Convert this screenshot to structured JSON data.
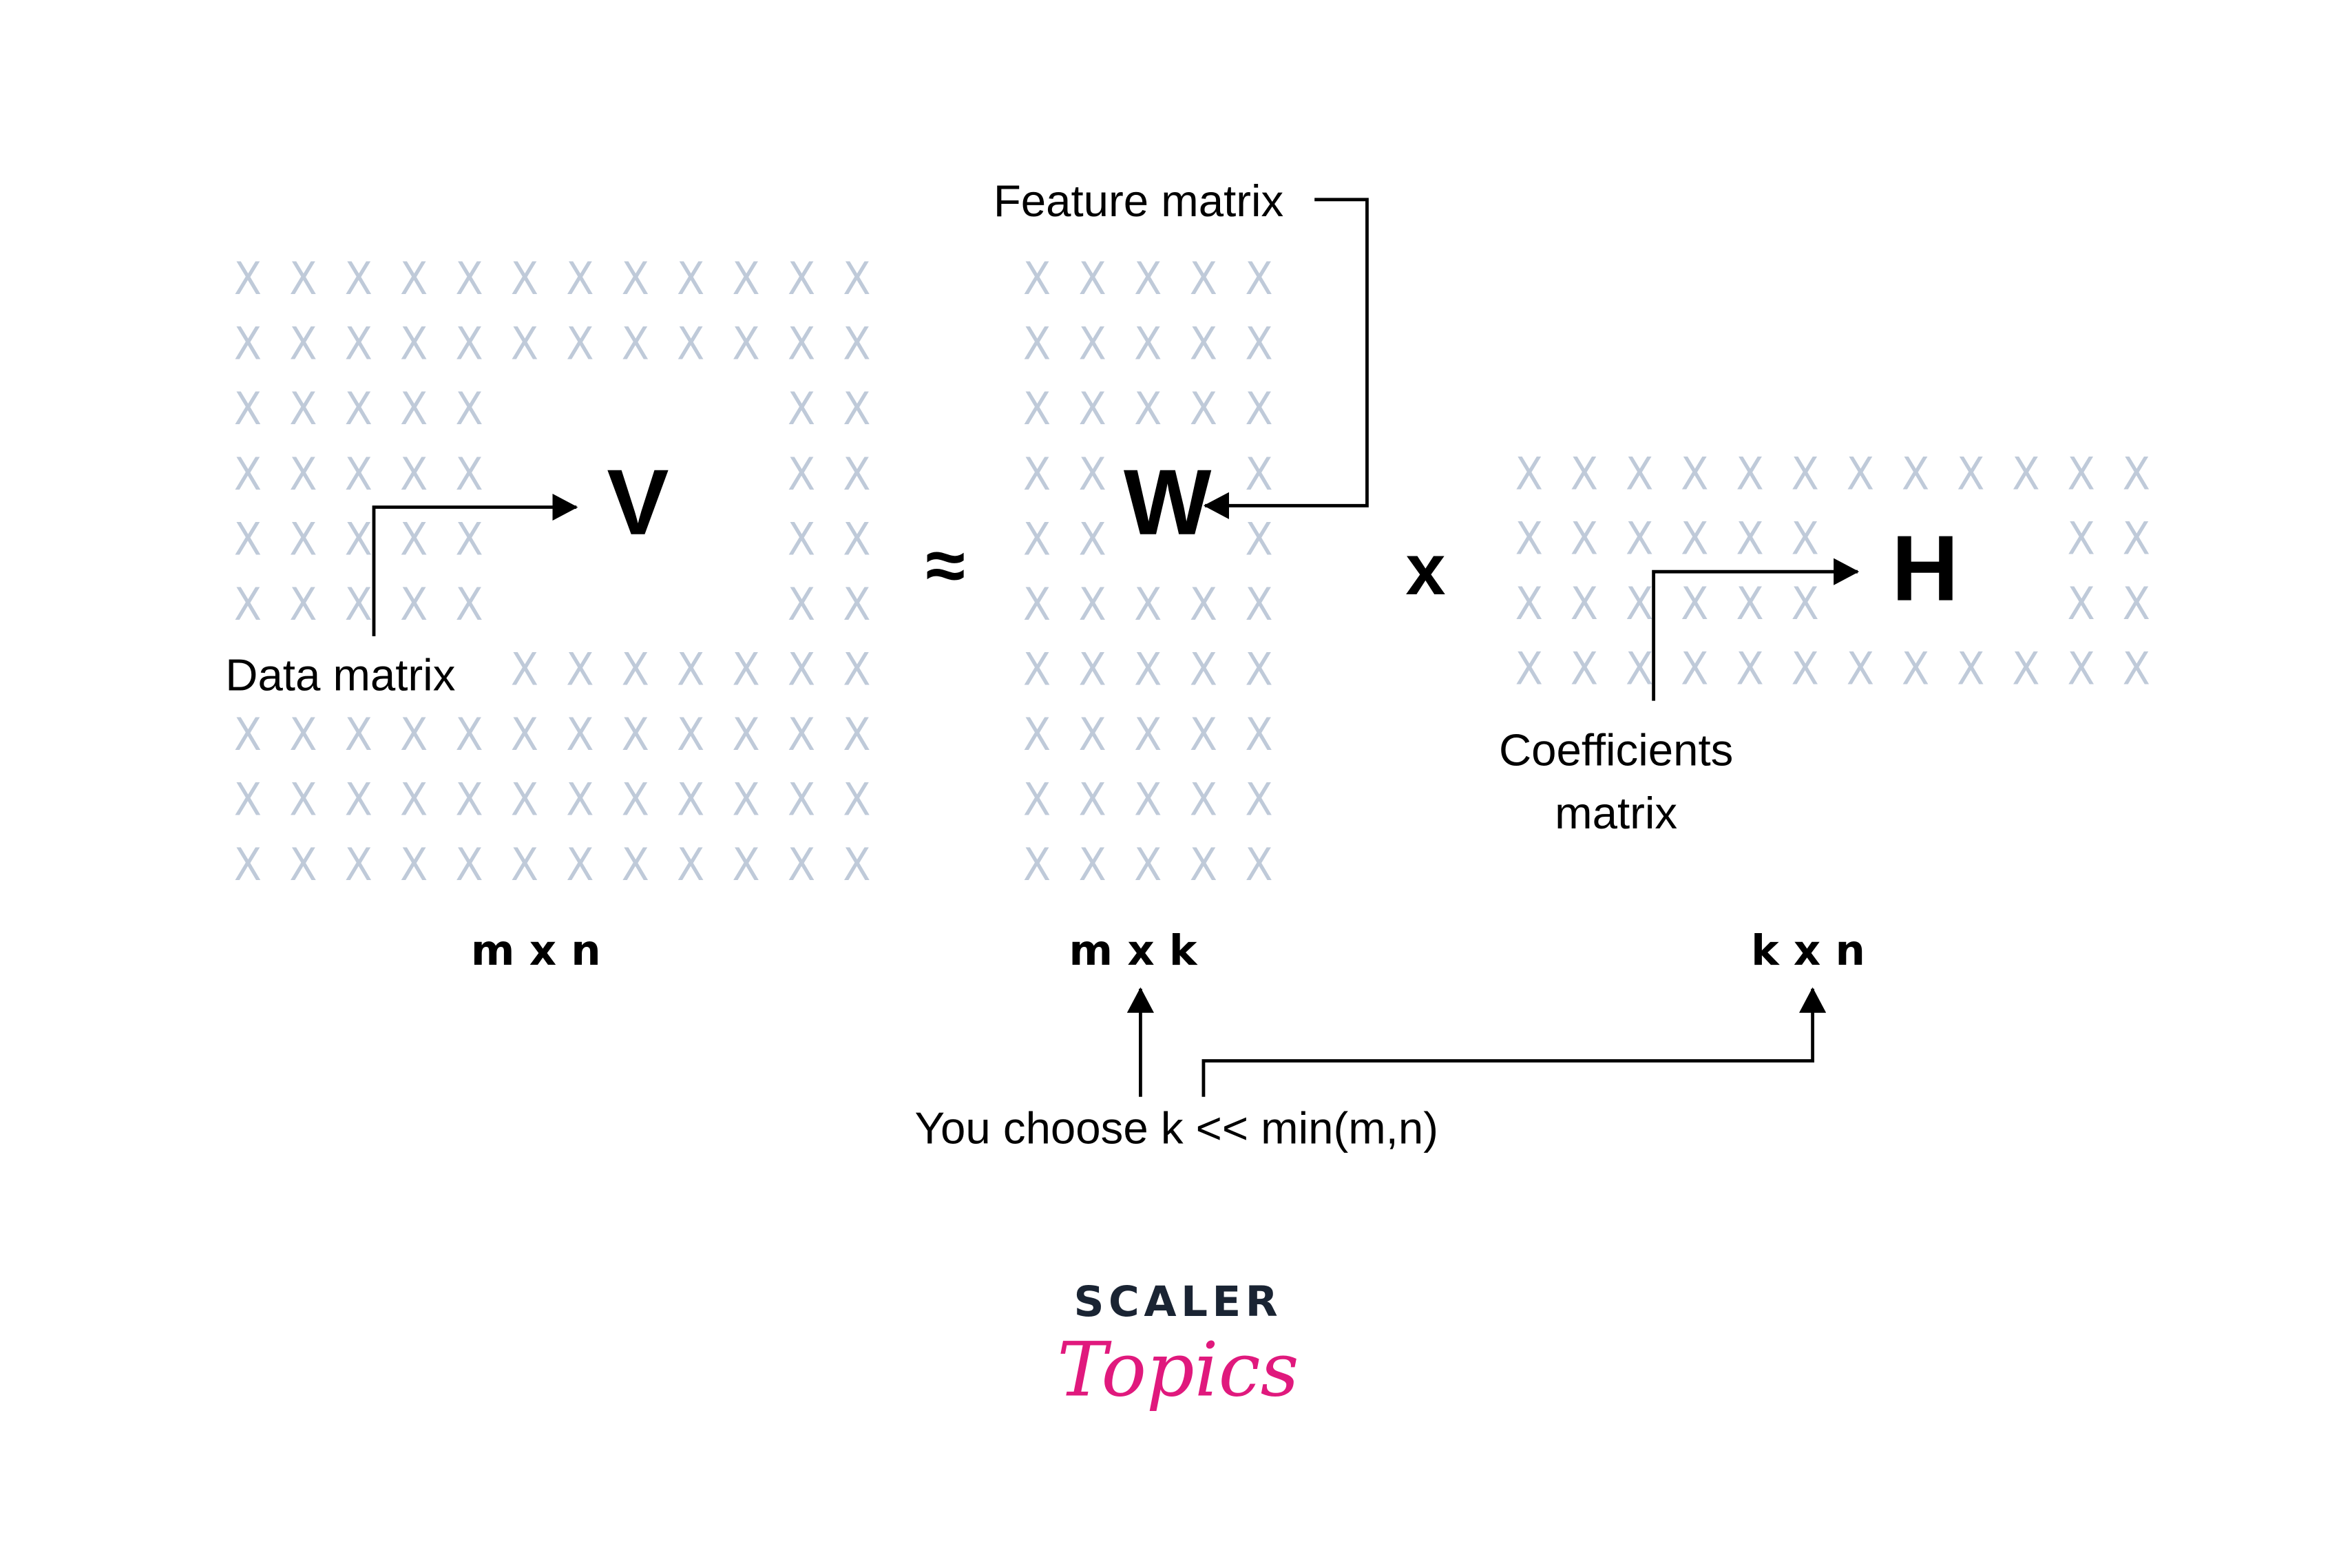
{
  "cell_glyph": "X",
  "matrices": {
    "V": {
      "letter": "V",
      "dims": "m x n",
      "label": "Data matrix",
      "mask": [
        "111111111111",
        "111111111111",
        "111110000011",
        "111110000011",
        "111110000011",
        "111110000011",
        "000001111111",
        "111111111111",
        "111111111111",
        "111111111111"
      ]
    },
    "W": {
      "letter": "W",
      "dims": "m x k",
      "label": "Feature matrix",
      "mask": [
        "11111",
        "11111",
        "11111",
        "11001",
        "11001",
        "11111",
        "11111",
        "11111",
        "11111",
        "11111"
      ]
    },
    "H": {
      "letter": "H",
      "dims": "k x n",
      "label_line1": "Coefficients",
      "label_line2": "matrix",
      "mask": [
        "111111111111",
        "111111000011",
        "111111000011",
        "111111111111"
      ]
    }
  },
  "operators": {
    "approx": "≈",
    "times": "x"
  },
  "note": "You choose k << min(m,n)",
  "logo": {
    "top": "SCALER",
    "bottom": "Topics",
    "brand_color": "#E0197D",
    "dark_color": "#1A2433"
  },
  "colors": {
    "cell": "#BFCAD9"
  }
}
